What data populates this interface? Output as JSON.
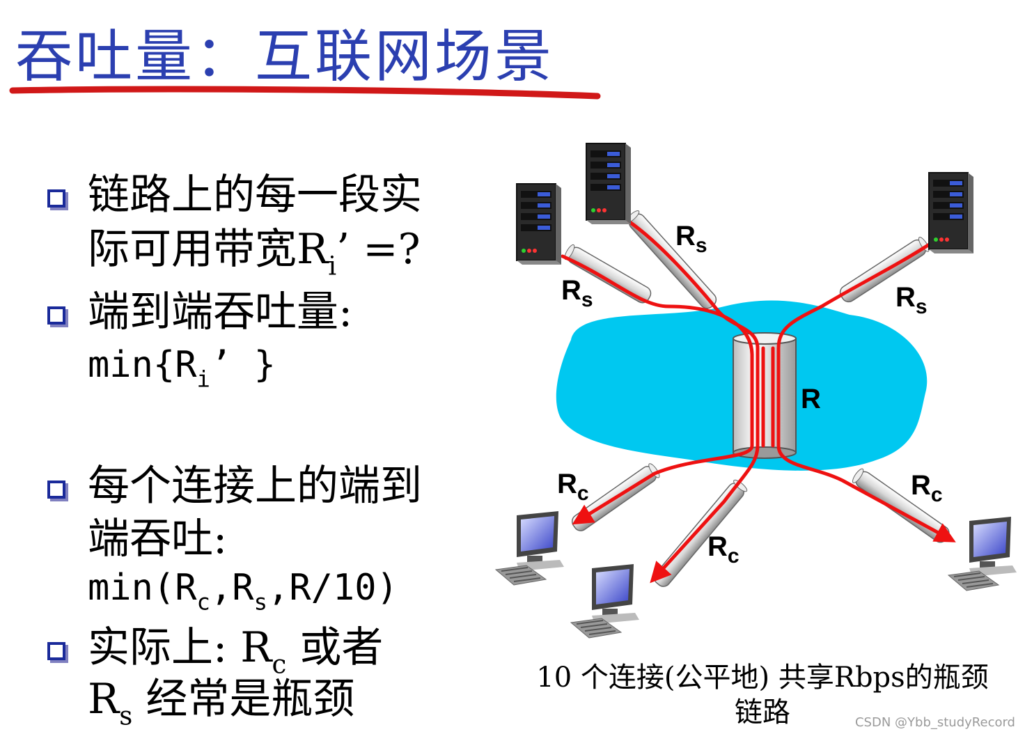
{
  "title": "吞吐量：互联网场景",
  "bullets": {
    "b1_line1": "链路上的每一段实",
    "b1_line2_pre": "际可用带宽R",
    "b1_line2_sub": "i",
    "b1_line2_post": "’ =?",
    "b2_line1": "端到端吞吐量:",
    "b2_line2_pre": "min{R",
    "b2_line2_sub": "i",
    "b2_line2_post": "’ }",
    "b3_line1": "每个连接上的端到",
    "b3_line2": "端吞吐:",
    "b3_line3_a": "min(R",
    "b3_line3_sub_c": "c",
    "b3_line3_b": ",R",
    "b3_line3_sub_s": "s",
    "b3_line3_c": ",R/10)",
    "b4_line1_pre": "实际上: R",
    "b4_line1_sub": "c",
    "b4_line1_post": " 或者",
    "b4_line2_pre": "R",
    "b4_line2_sub": "s",
    "b4_line2_post": " 经常是瓶颈"
  },
  "diagram": {
    "label_R": "R",
    "label_Rs_main": "R",
    "label_Rs_sub": "s",
    "label_Rc_main": "R",
    "label_Rc_sub": "c",
    "colors": {
      "cloud": "#00c8f0",
      "flow": "#ee1111",
      "title": "#2b3fb0"
    }
  },
  "caption": {
    "line1": "10 个连接(公平地) 共享Rbps的瓶颈",
    "line2": "链路"
  },
  "watermark": "CSDN @Ybb_studyRecord"
}
